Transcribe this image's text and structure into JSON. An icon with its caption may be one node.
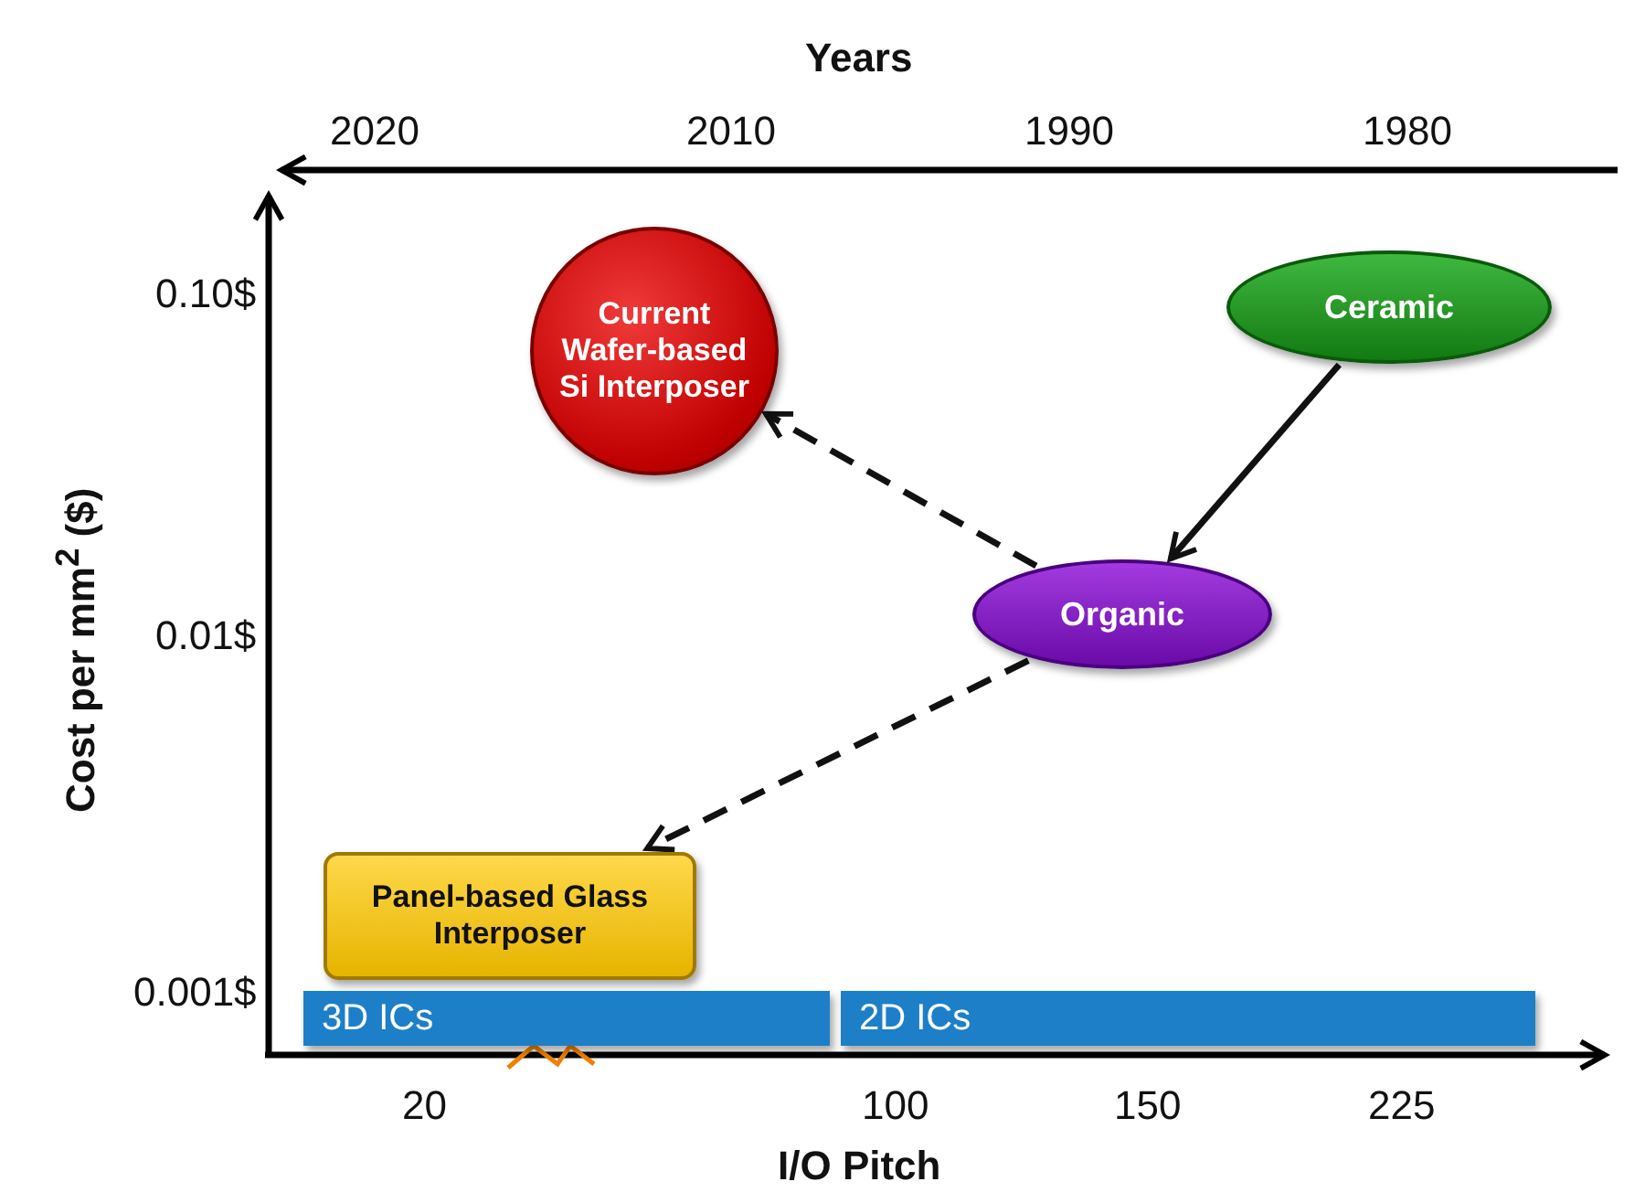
{
  "diagram": {
    "nodes": [
      {
        "text": [
          "Current Wafer-based Si Interposer"
        ]
      },
      {
        "text": [
          "Ceramic"
        ]
      },
      {
        "text": [
          "Organic"
        ]
      },
      {
        "text": [
          "Panel-based Glass Interposer"
        ]
      },
      {
        "text": [
          "3D ICs"
        ]
      },
      {
        "text": [
          "2D ICs"
        ]
      }
    ],
    "edges": [
      {
        "from": 1,
        "to": 2,
        "arrow": "to"
      },
      {
        "from": 2,
        "to": 0,
        "arrow": "to",
        "style": "dashed"
      },
      {
        "from": 2,
        "to": 3,
        "arrow": "to",
        "style": "dashed"
      }
    ],
    "labels": [
      "Years",
      "2020",
      "2010",
      "1990",
      "1980",
      "0.10$",
      "0.01$",
      "0.001$",
      "20",
      "100",
      "150",
      "225",
      "I/O Pitch",
      "Cost per mm$^{2}$ ($)"
    ]
  }
}
